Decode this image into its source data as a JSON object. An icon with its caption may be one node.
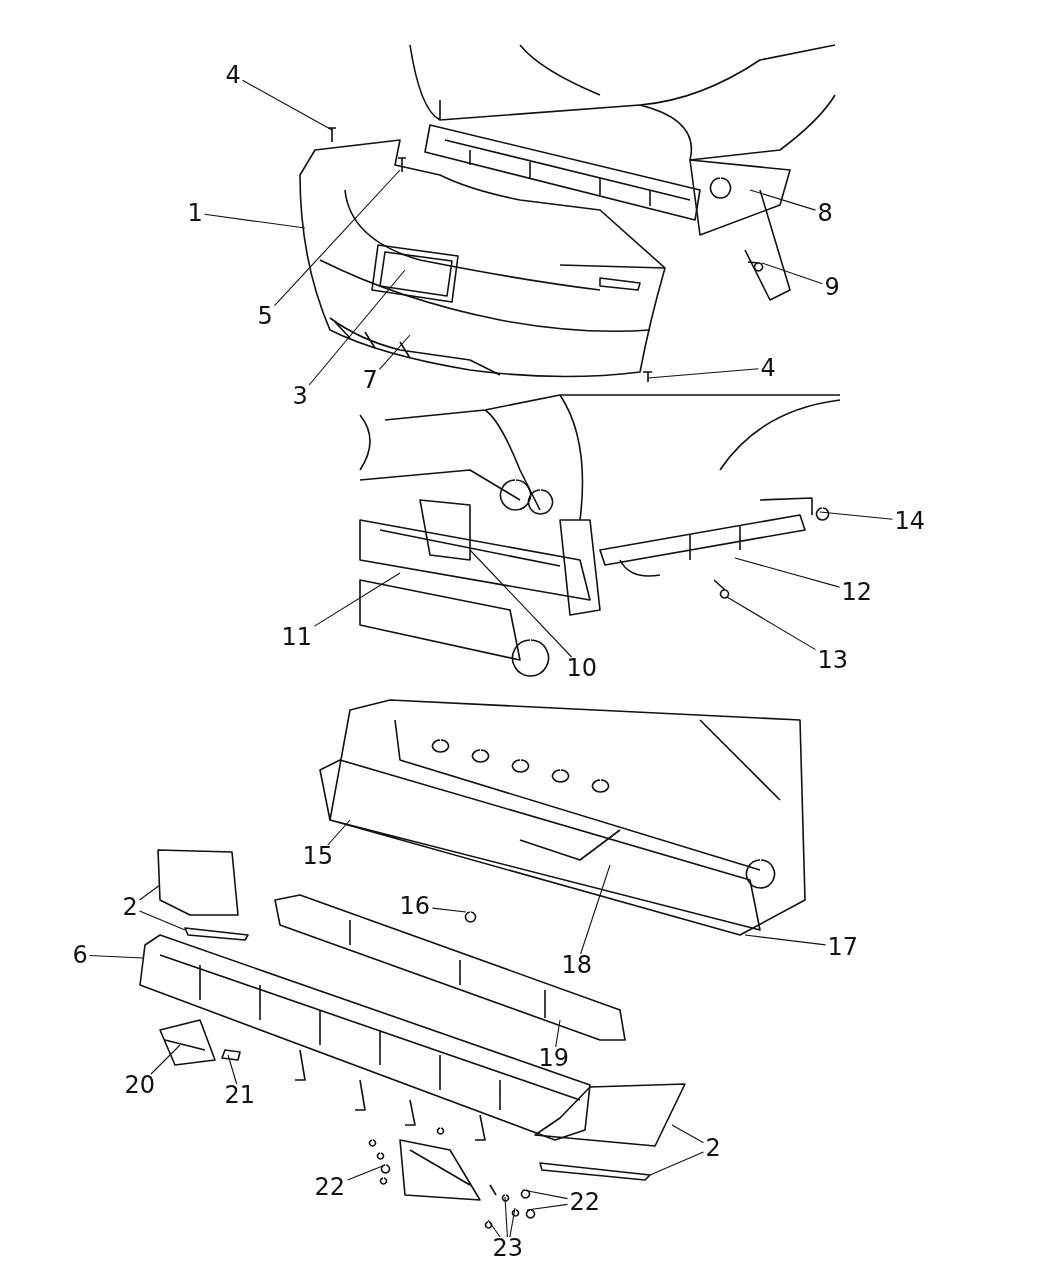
{
  "diagram": {
    "nodes": [
      {
        "text": [
          "4"
        ]
      },
      {
        "text": [
          "1"
        ]
      },
      {
        "text": [
          "5"
        ]
      },
      {
        "text": [
          "3"
        ]
      },
      {
        "text": [
          "7"
        ]
      },
      {
        "text": [
          "8"
        ]
      },
      {
        "text": [
          "9"
        ]
      },
      {
        "text": [
          "4"
        ]
      },
      {
        "text": [
          "14"
        ]
      },
      {
        "text": [
          "12"
        ]
      },
      {
        "text": [
          "13"
        ]
      },
      {
        "text": [
          "11"
        ]
      },
      {
        "text": [
          "10"
        ]
      },
      {
        "text": [
          "15"
        ]
      },
      {
        "text": [
          "16"
        ]
      },
      {
        "text": [
          "18"
        ]
      },
      {
        "text": [
          "17"
        ]
      },
      {
        "text": [
          "2"
        ]
      },
      {
        "text": [
          "6"
        ]
      },
      {
        "text": [
          "19"
        ]
      },
      {
        "text": [
          "20"
        ]
      },
      {
        "text": [
          "21"
        ]
      },
      {
        "text": [
          "2"
        ]
      },
      {
        "text": [
          "22"
        ]
      },
      {
        "text": [
          "22"
        ]
      },
      {
        "text": [
          "23"
        ]
      }
    ],
    "edges": [
      {
        "from": 0,
        "to": null,
        "arrow": "none"
      },
      {
        "from": 1,
        "to": null,
        "arrow": "none"
      },
      {
        "from": 2,
        "to": null,
        "arrow": "none"
      },
      {
        "from": 3,
        "to": null,
        "arrow": "none"
      },
      {
        "from": 4,
        "to": null,
        "arrow": "none"
      },
      {
        "from": 5,
        "to": null,
        "arrow": "none"
      },
      {
        "from": 6,
        "to": null,
        "arrow": "none"
      },
      {
        "from": 7,
        "to": null,
        "arrow": "none"
      },
      {
        "from": 8,
        "to": null,
        "arrow": "none"
      },
      {
        "from": 9,
        "to": null,
        "arrow": "none"
      },
      {
        "from": 10,
        "to": null,
        "arrow": "none"
      },
      {
        "from": 11,
        "to": null,
        "arrow": "none"
      },
      {
        "from": 12,
        "to": null,
        "arrow": "none"
      },
      {
        "from": 13,
        "to": null,
        "arrow": "none"
      },
      {
        "from": 14,
        "to": null,
        "arrow": "none"
      },
      {
        "from": 15,
        "to": null,
        "arrow": "none"
      },
      {
        "from": 16,
        "to": null,
        "arrow": "none"
      },
      {
        "from": 17,
        "to": null,
        "arrow": "none"
      },
      {
        "from": 17,
        "to": null,
        "arrow": "none"
      },
      {
        "from": 18,
        "to": null,
        "arrow": "none"
      },
      {
        "from": 19,
        "to": null,
        "arrow": "none"
      },
      {
        "from": 20,
        "to": null,
        "arrow": "none"
      },
      {
        "from": 21,
        "to": null,
        "arrow": "none"
      },
      {
        "from": 22,
        "to": null,
        "arrow": "none"
      },
      {
        "from": 22,
        "to": null,
        "arrow": "none"
      },
      {
        "from": 23,
        "to": null,
        "arrow": "none"
      },
      {
        "from": 24,
        "to": null,
        "arrow": "none"
      },
      {
        "from": 24,
        "to": null,
        "arrow": "none"
      },
      {
        "from": 25,
        "to": null,
        "arrow": "none"
      },
      {
        "from": 25,
        "to": null,
        "arrow": "none"
      },
      {
        "from": 25,
        "to": null,
        "arrow": "none"
      }
    ]
  }
}
